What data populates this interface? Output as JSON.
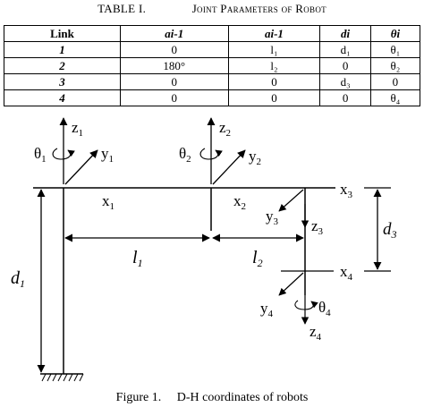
{
  "table": {
    "caption_number": "TABLE I.",
    "caption_title": "Joint Parameters of Robot",
    "headers": [
      "Link",
      "ai-1",
      "ai-1",
      "di",
      "θi"
    ],
    "rows": [
      [
        "1",
        "0",
        "l₁",
        "d₁",
        "θ₁"
      ],
      [
        "2",
        "180°",
        "l₂",
        "0",
        "θ₂"
      ],
      [
        "3",
        "0",
        "0",
        "d₃",
        "0"
      ],
      [
        "4",
        "0",
        "0",
        "0",
        "θ₄"
      ]
    ]
  },
  "figure": {
    "labels": {
      "z1": "z",
      "z1_sub": "1",
      "y1": "y",
      "y1_sub": "1",
      "theta1": "θ",
      "theta1_sub": "1",
      "x1": "x",
      "x1_sub": "1",
      "z2": "z",
      "z2_sub": "2",
      "y2": "y",
      "y2_sub": "2",
      "theta2": "θ",
      "theta2_sub": "2",
      "x2": "x",
      "x2_sub": "2",
      "x3": "x",
      "x3_sub": "3",
      "y3": "y",
      "y3_sub": "3",
      "z3": "z",
      "z3_sub": "3",
      "d3": "d",
      "d3_sub": "3",
      "l1": "l",
      "l1_sub": "1",
      "l2": "l",
      "l2_sub": "2",
      "d1": "d",
      "d1_sub": "1",
      "x4": "x",
      "x4_sub": "4",
      "y4": "y",
      "y4_sub": "4",
      "theta4": "θ",
      "theta4_sub": "4",
      "z4": "z",
      "z4_sub": "4"
    },
    "caption_number": "Figure 1.",
    "caption_title": "D-H coordinates of robots"
  }
}
